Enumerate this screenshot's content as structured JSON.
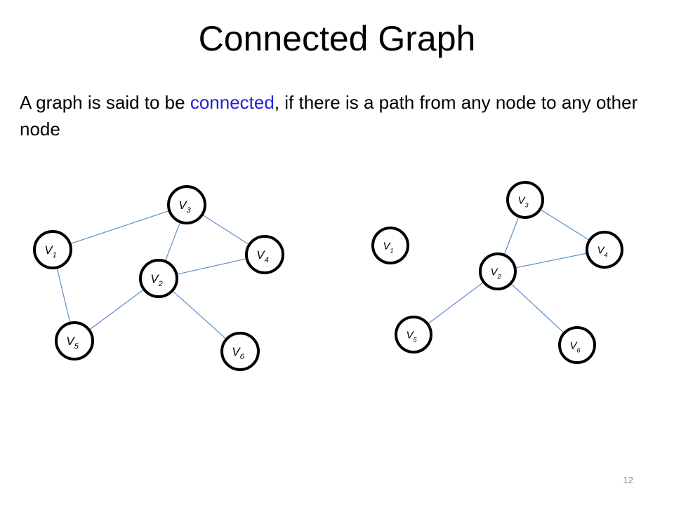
{
  "slide": {
    "title": "Connected Graph",
    "text_before": "A graph is said to be ",
    "highlight": "connected",
    "text_after": ", if there is a path from any node to any other node",
    "page_number": "12"
  },
  "colors": {
    "highlight": "#2323d2",
    "edge": "#5b8ec8",
    "node_border": "#000000"
  },
  "graphs": [
    {
      "id": "left",
      "nodes": [
        {
          "id": "V1",
          "base": "V",
          "sub": "1"
        },
        {
          "id": "V2",
          "base": "V",
          "sub": "2"
        },
        {
          "id": "V3",
          "base": "V",
          "sub": "3"
        },
        {
          "id": "V4",
          "base": "V",
          "sub": "4"
        },
        {
          "id": "V5",
          "base": "V",
          "sub": "5"
        },
        {
          "id": "V6",
          "base": "V",
          "sub": "6"
        }
      ],
      "edges": [
        [
          "V1",
          "V3"
        ],
        [
          "V1",
          "V5"
        ],
        [
          "V3",
          "V2"
        ],
        [
          "V3",
          "V4"
        ],
        [
          "V2",
          "V4"
        ],
        [
          "V2",
          "V5"
        ],
        [
          "V2",
          "V6"
        ]
      ]
    },
    {
      "id": "right",
      "nodes": [
        {
          "id": "V1",
          "base": "V",
          "sub": "1"
        },
        {
          "id": "V2",
          "base": "V",
          "sub": "2"
        },
        {
          "id": "V3",
          "base": "V",
          "sub": "3"
        },
        {
          "id": "V4",
          "base": "V",
          "sub": "4"
        },
        {
          "id": "V5",
          "base": "V",
          "sub": "5"
        },
        {
          "id": "V6",
          "base": "V",
          "sub": "6"
        }
      ],
      "edges": [
        [
          "V3",
          "V2"
        ],
        [
          "V3",
          "V4"
        ],
        [
          "V2",
          "V4"
        ],
        [
          "V2",
          "V5"
        ],
        [
          "V2",
          "V6"
        ]
      ]
    }
  ]
}
